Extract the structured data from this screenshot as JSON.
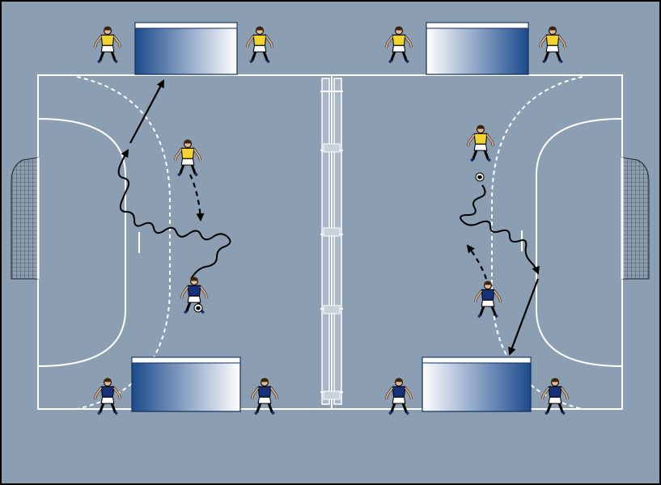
{
  "diagram": {
    "colors": {
      "background": "#8c9fb2",
      "border": "#000000",
      "lines": "#ffffff",
      "mat_dark": "#1b4a8c",
      "mat_light": "#ffffff",
      "team_yellow_shirt": "#f2d22e",
      "team_yellow_shorts": "#ffffff",
      "team_blue_shirt": "#16307a",
      "team_blue_shorts": "#ffffff"
    },
    "icons": [
      "handball-goal-icon",
      "gym-mat-icon",
      "player-icon",
      "ball-icon",
      "bench-icon",
      "arrow-icon"
    ],
    "players": [
      {
        "id": "yellow-top-left-a",
        "team": "yellow"
      },
      {
        "id": "yellow-top-left-b",
        "team": "yellow"
      },
      {
        "id": "yellow-top-right-a",
        "team": "yellow"
      },
      {
        "id": "yellow-top-right-b",
        "team": "yellow"
      },
      {
        "id": "yellow-left-attacker",
        "team": "yellow"
      },
      {
        "id": "yellow-right-attacker",
        "team": "yellow"
      },
      {
        "id": "blue-left-ball-carrier",
        "team": "blue"
      },
      {
        "id": "blue-right-runner",
        "team": "blue"
      },
      {
        "id": "blue-bottom-left-a",
        "team": "blue"
      },
      {
        "id": "blue-bottom-left-b",
        "team": "blue"
      },
      {
        "id": "blue-bottom-right-a",
        "team": "blue"
      },
      {
        "id": "blue-bottom-right-b",
        "team": "blue"
      }
    ],
    "movements": [
      {
        "id": "left-dribble",
        "style": "wavy"
      },
      {
        "id": "left-pass-to-mat",
        "style": "solid-arrow"
      },
      {
        "id": "left-run",
        "style": "dashed-arrow"
      },
      {
        "id": "right-dribble",
        "style": "wavy"
      },
      {
        "id": "right-pass-to-mat",
        "style": "solid-arrow"
      },
      {
        "id": "right-run",
        "style": "dashed-arrow"
      }
    ]
  }
}
